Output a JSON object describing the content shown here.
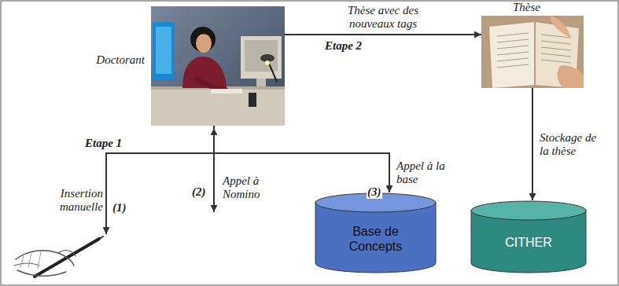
{
  "diagram": {
    "nodes": [
      {
        "text": [
          "Doctorant"
        ]
      },
      {
        "text": [
          "Thèse"
        ]
      },
      {
        "text": [
          "Base de Concepts"
        ]
      },
      {
        "text": [
          "CITHER"
        ]
      }
    ],
    "edges": [
      {
        "from": 0,
        "to": 1,
        "arrow": "to",
        "label": "Thèse avec des nouveaux tags"
      },
      {
        "from": 0,
        "to": 2,
        "arrow": "to",
        "label": "Appel à la base"
      },
      {
        "from": 1,
        "to": 3,
        "arrow": "to",
        "label": "Stockage de la thèse"
      }
    ],
    "labels": [
      "Etape 1",
      "Insertion manuelle",
      "(1)",
      "(2)",
      "Appel à Nomino",
      "(3)",
      "Etape 2"
    ]
  }
}
